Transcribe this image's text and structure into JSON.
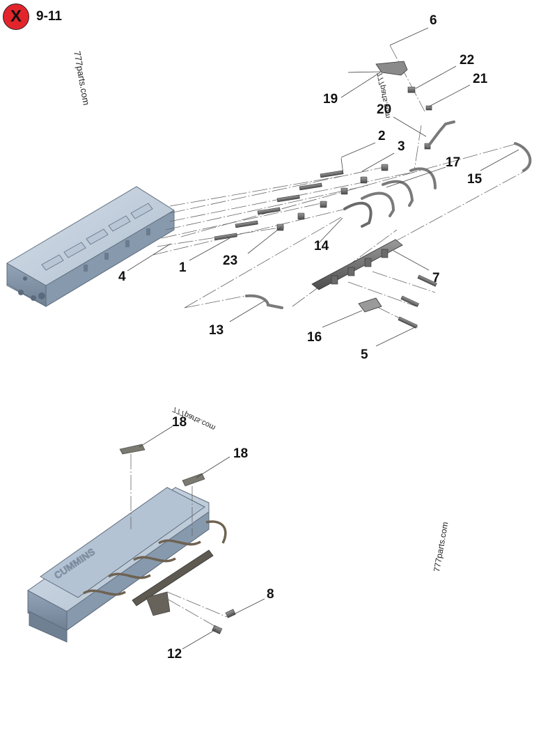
{
  "header": {
    "badge_letter": "X",
    "section": "9-11",
    "badge_color": "#e3242b"
  },
  "watermarks": [
    "777parts.com",
    "777parts.com",
    "777parts.com",
    "777parts.com"
  ],
  "callouts": {
    "c1": "1",
    "c2": "2",
    "c3": "3",
    "c4": "4",
    "c5": "5",
    "c6": "6",
    "c7": "7",
    "c8": "8",
    "c12": "12",
    "c13": "13",
    "c14": "14",
    "c15": "15",
    "c16": "16",
    "c17": "17",
    "c18a": "18",
    "c18b": "18",
    "c19": "19",
    "c20": "20",
    "c21": "21",
    "c22": "22",
    "c23": "23"
  },
  "engraving": "CUMMINS",
  "colors": {
    "block": "#a9b8c9",
    "block_dark": "#7f8fa3",
    "block_light": "#c8d4e1",
    "parts": "#6e6e6e",
    "leader": "#555555"
  }
}
